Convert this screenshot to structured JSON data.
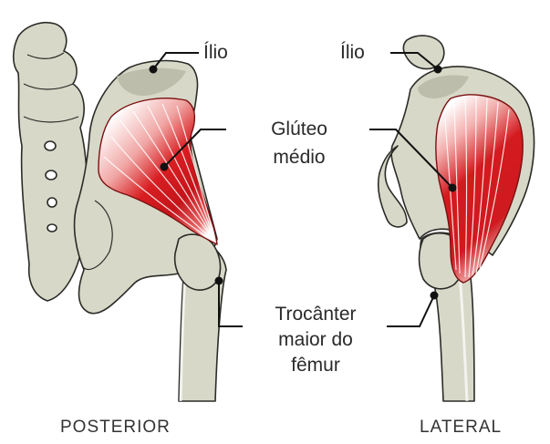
{
  "labels": {
    "ilio_posterior": "Ílio",
    "ilio_lateral": "Ílio",
    "gluteo": [
      "Glúteo",
      "médio"
    ],
    "trocanter": [
      "Trocânter",
      "maior do",
      "fêmur"
    ]
  },
  "views": {
    "posterior": "POSTERIOR",
    "lateral": "LATERAL"
  },
  "colors": {
    "bone_fill": "#d8d8c8",
    "bone_shadow": "#b9b9a6",
    "bone_stroke": "#2b2b28",
    "muscle_dark": "#b80f16",
    "muscle_mid": "#e52a2a",
    "muscle_light": "#ffffff",
    "leader": "#111111",
    "text": "#2a2a2a"
  }
}
